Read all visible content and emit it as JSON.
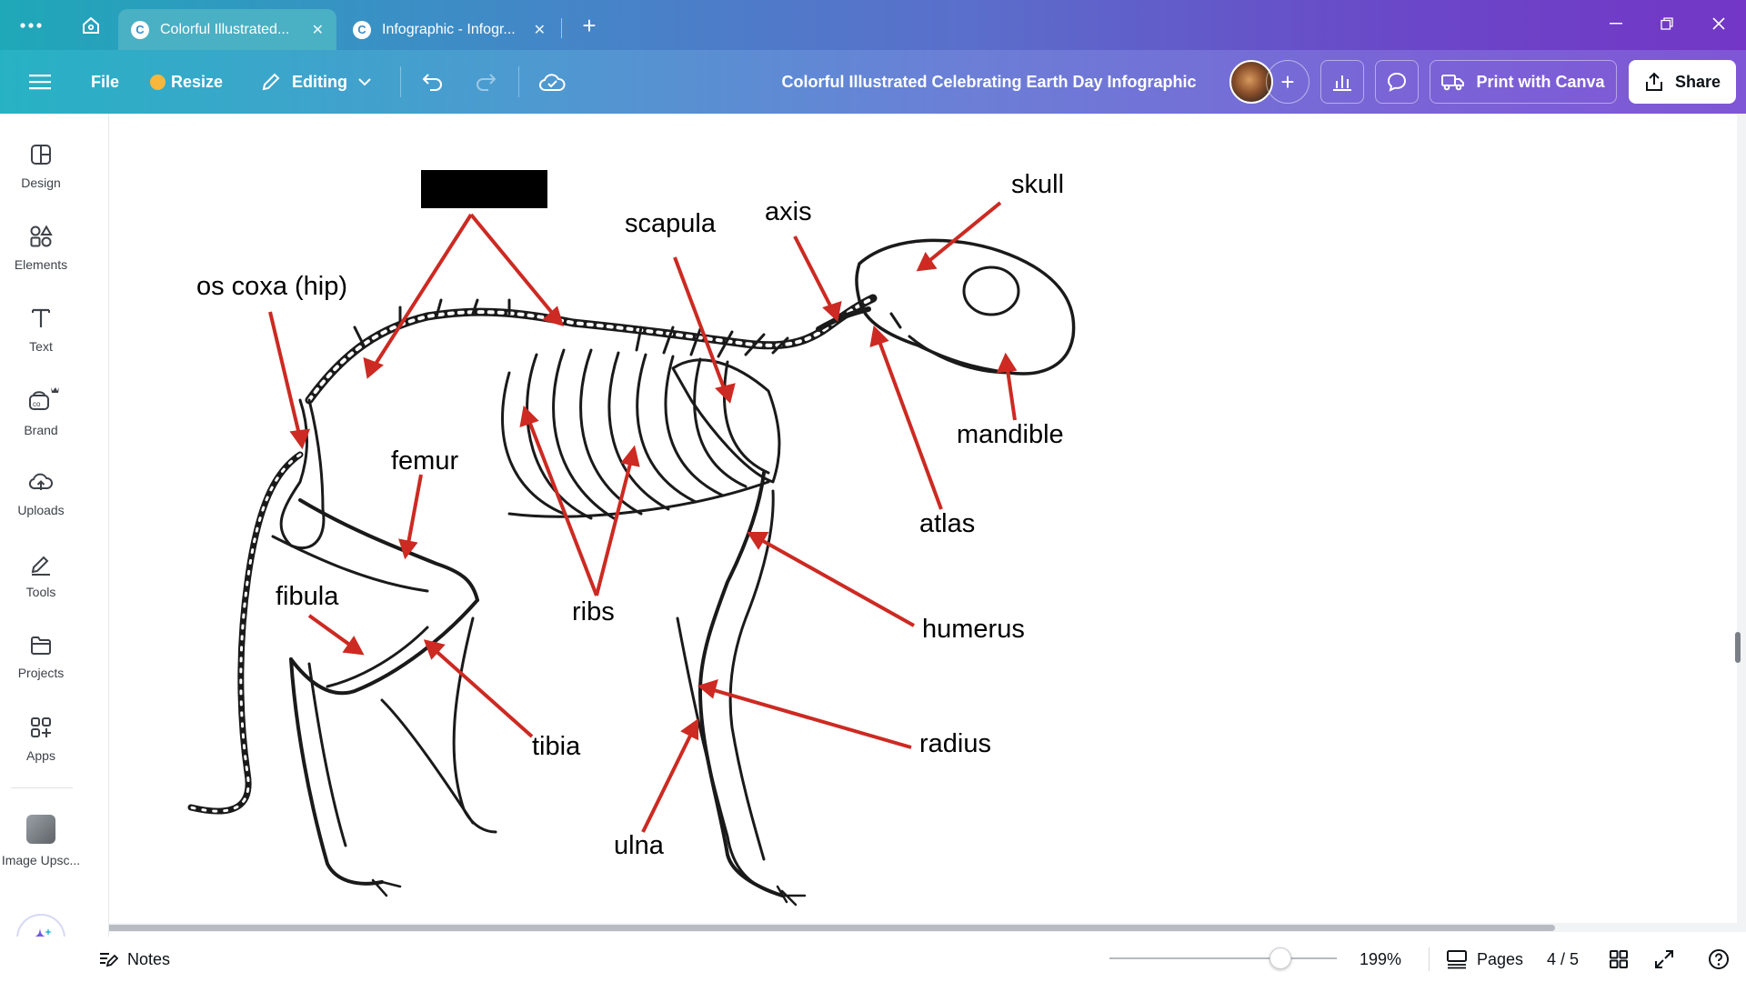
{
  "browser": {
    "tabs": [
      {
        "title": "Colorful Illustrated...",
        "active": true
      },
      {
        "title": "Infographic - Infogr...",
        "active": false
      }
    ]
  },
  "toolbar": {
    "file_label": "File",
    "resize_label": "Resize",
    "editing_label": "Editing",
    "doc_title": "Colorful Illustrated Celebrating Earth Day Infographic",
    "print_label": "Print with Canva",
    "share_label": "Share"
  },
  "sidebar": {
    "items": [
      {
        "label": "Design",
        "icon": "design-icon"
      },
      {
        "label": "Elements",
        "icon": "elements-icon"
      },
      {
        "label": "Text",
        "icon": "text-icon"
      },
      {
        "label": "Brand",
        "icon": "brand-icon"
      },
      {
        "label": "Uploads",
        "icon": "uploads-icon"
      },
      {
        "label": "Tools",
        "icon": "tools-icon"
      },
      {
        "label": "Projects",
        "icon": "projects-icon"
      },
      {
        "label": "Apps",
        "icon": "apps-icon"
      },
      {
        "label": "Image Upsc...",
        "icon": "image-upscaler-icon"
      }
    ]
  },
  "diagram": {
    "labels": {
      "os_coxa": "os coxa (hip)",
      "scapula": "scapula",
      "axis": "axis",
      "skull": "skull",
      "femur": "femur",
      "mandible": "mandible",
      "atlas": "atlas",
      "fibula": "fibula",
      "ribs": "ribs",
      "humerus": "humerus",
      "tibia": "tibia",
      "radius": "radius",
      "ulna": "ulna"
    },
    "arrow_color": "#cc2a22"
  },
  "bottom": {
    "notes_label": "Notes",
    "zoom": "199%",
    "zoom_fraction": 0.75,
    "pages_label": "Pages",
    "page_indicator": "4 / 5"
  },
  "colors": {
    "accent": "#7336c6",
    "teal": "#1fa8b8"
  }
}
